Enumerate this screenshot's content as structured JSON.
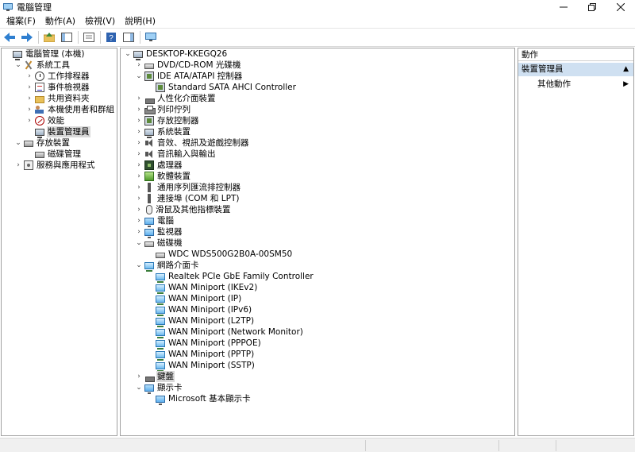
{
  "window": {
    "title": "電腦管理",
    "minimize_icon": "minimize-icon",
    "maximize_icon": "restore-icon",
    "close_icon": "close-icon"
  },
  "menu": [
    "檔案(F)",
    "動作(A)",
    "檢視(V)",
    "說明(H)"
  ],
  "toolbar": {
    "icons": [
      "back-arrow-icon",
      "forward-arrow-icon",
      "up-folder-icon",
      "show-hide-tree-icon",
      "properties-icon",
      "help-icon",
      "show-action-pane-icon",
      "monitor-icon"
    ]
  },
  "left_tree": [
    {
      "label": "電腦管理 (本機)",
      "level": 0,
      "toggle": "",
      "icon": "computer"
    },
    {
      "label": "系統工具",
      "level": 1,
      "toggle": "v",
      "icon": "tools"
    },
    {
      "label": "工作排程器",
      "level": 2,
      "toggle": ">",
      "icon": "clock"
    },
    {
      "label": "事件檢視器",
      "level": 2,
      "toggle": ">",
      "icon": "log"
    },
    {
      "label": "共用資料夾",
      "level": 2,
      "toggle": ">",
      "icon": "folder"
    },
    {
      "label": "本機使用者和群組",
      "level": 2,
      "toggle": ">",
      "icon": "users"
    },
    {
      "label": "效能",
      "level": 2,
      "toggle": ">",
      "icon": "perf"
    },
    {
      "label": "裝置管理員",
      "level": 2,
      "toggle": "",
      "icon": "computer",
      "selected": true
    },
    {
      "label": "存放裝置",
      "level": 1,
      "toggle": "v",
      "icon": "storage"
    },
    {
      "label": "磁碟管理",
      "level": 2,
      "toggle": "",
      "icon": "storage"
    },
    {
      "label": "服務與應用程式",
      "level": 1,
      "toggle": ">",
      "icon": "svc"
    }
  ],
  "device_tree": [
    {
      "label": "DESKTOP-KKEGQ26",
      "level": 0,
      "toggle": "v",
      "icon": "computer"
    },
    {
      "label": "DVD/CD-ROM 光碟機",
      "level": 1,
      "toggle": ">",
      "icon": "drive"
    },
    {
      "label": "IDE ATA/ATAPI 控制器",
      "level": 1,
      "toggle": "v",
      "icon": "ctrl"
    },
    {
      "label": "Standard SATA AHCI Controller",
      "level": 2,
      "toggle": "",
      "icon": "ctrl"
    },
    {
      "label": "人性化介面裝置",
      "level": 1,
      "toggle": ">",
      "icon": "key"
    },
    {
      "label": "列印佇列",
      "level": 1,
      "toggle": ">",
      "icon": "printer"
    },
    {
      "label": "存放控制器",
      "level": 1,
      "toggle": ">",
      "icon": "ctrl"
    },
    {
      "label": "系統裝置",
      "level": 1,
      "toggle": ">",
      "icon": "computer"
    },
    {
      "label": "音效、視訊及遊戲控制器",
      "level": 1,
      "toggle": ">",
      "icon": "speaker"
    },
    {
      "label": "音訊輸入與輸出",
      "level": 1,
      "toggle": ">",
      "icon": "speaker"
    },
    {
      "label": "處理器",
      "level": 1,
      "toggle": ">",
      "icon": "chip"
    },
    {
      "label": "軟體裝置",
      "level": 1,
      "toggle": ">",
      "icon": "green"
    },
    {
      "label": "通用序列匯流排控制器",
      "level": 1,
      "toggle": ">",
      "icon": "usb"
    },
    {
      "label": "連接埠 (COM 和 LPT)",
      "level": 1,
      "toggle": ">",
      "icon": "usb"
    },
    {
      "label": "滑鼠及其他指標裝置",
      "level": 1,
      "toggle": ">",
      "icon": "mouse"
    },
    {
      "label": "電腦",
      "level": 1,
      "toggle": ">",
      "icon": "mon"
    },
    {
      "label": "監視器",
      "level": 1,
      "toggle": ">",
      "icon": "mon"
    },
    {
      "label": "磁碟機",
      "level": 1,
      "toggle": "v",
      "icon": "drive"
    },
    {
      "label": "WDC  WDS500G2B0A-00SM50",
      "level": 2,
      "toggle": "",
      "icon": "drive"
    },
    {
      "label": "網路介面卡",
      "level": 1,
      "toggle": "v",
      "icon": "net"
    },
    {
      "label": "Realtek PCIe GbE Family Controller",
      "level": 2,
      "toggle": "",
      "icon": "net"
    },
    {
      "label": "WAN Miniport (IKEv2)",
      "level": 2,
      "toggle": "",
      "icon": "net"
    },
    {
      "label": "WAN Miniport (IP)",
      "level": 2,
      "toggle": "",
      "icon": "net"
    },
    {
      "label": "WAN Miniport (IPv6)",
      "level": 2,
      "toggle": "",
      "icon": "net"
    },
    {
      "label": "WAN Miniport (L2TP)",
      "level": 2,
      "toggle": "",
      "icon": "net"
    },
    {
      "label": "WAN Miniport (Network Monitor)",
      "level": 2,
      "toggle": "",
      "icon": "net"
    },
    {
      "label": "WAN Miniport (PPPOE)",
      "level": 2,
      "toggle": "",
      "icon": "net"
    },
    {
      "label": "WAN Miniport (PPTP)",
      "level": 2,
      "toggle": "",
      "icon": "net"
    },
    {
      "label": "WAN Miniport (SSTP)",
      "level": 2,
      "toggle": "",
      "icon": "net"
    },
    {
      "label": "鍵盤",
      "level": 1,
      "toggle": ">",
      "icon": "key",
      "selected": true
    },
    {
      "label": "顯示卡",
      "level": 1,
      "toggle": "v",
      "icon": "mon"
    },
    {
      "label": "Microsoft 基本顯示卡",
      "level": 2,
      "toggle": "",
      "icon": "mon"
    }
  ],
  "actions": {
    "header": "動作",
    "group": "裝置管理員",
    "item": "其他動作"
  },
  "colors": {
    "selection": "#d9d9d9",
    "action_group_bg": "#cfe0f1",
    "border": "#a0a0a0"
  }
}
